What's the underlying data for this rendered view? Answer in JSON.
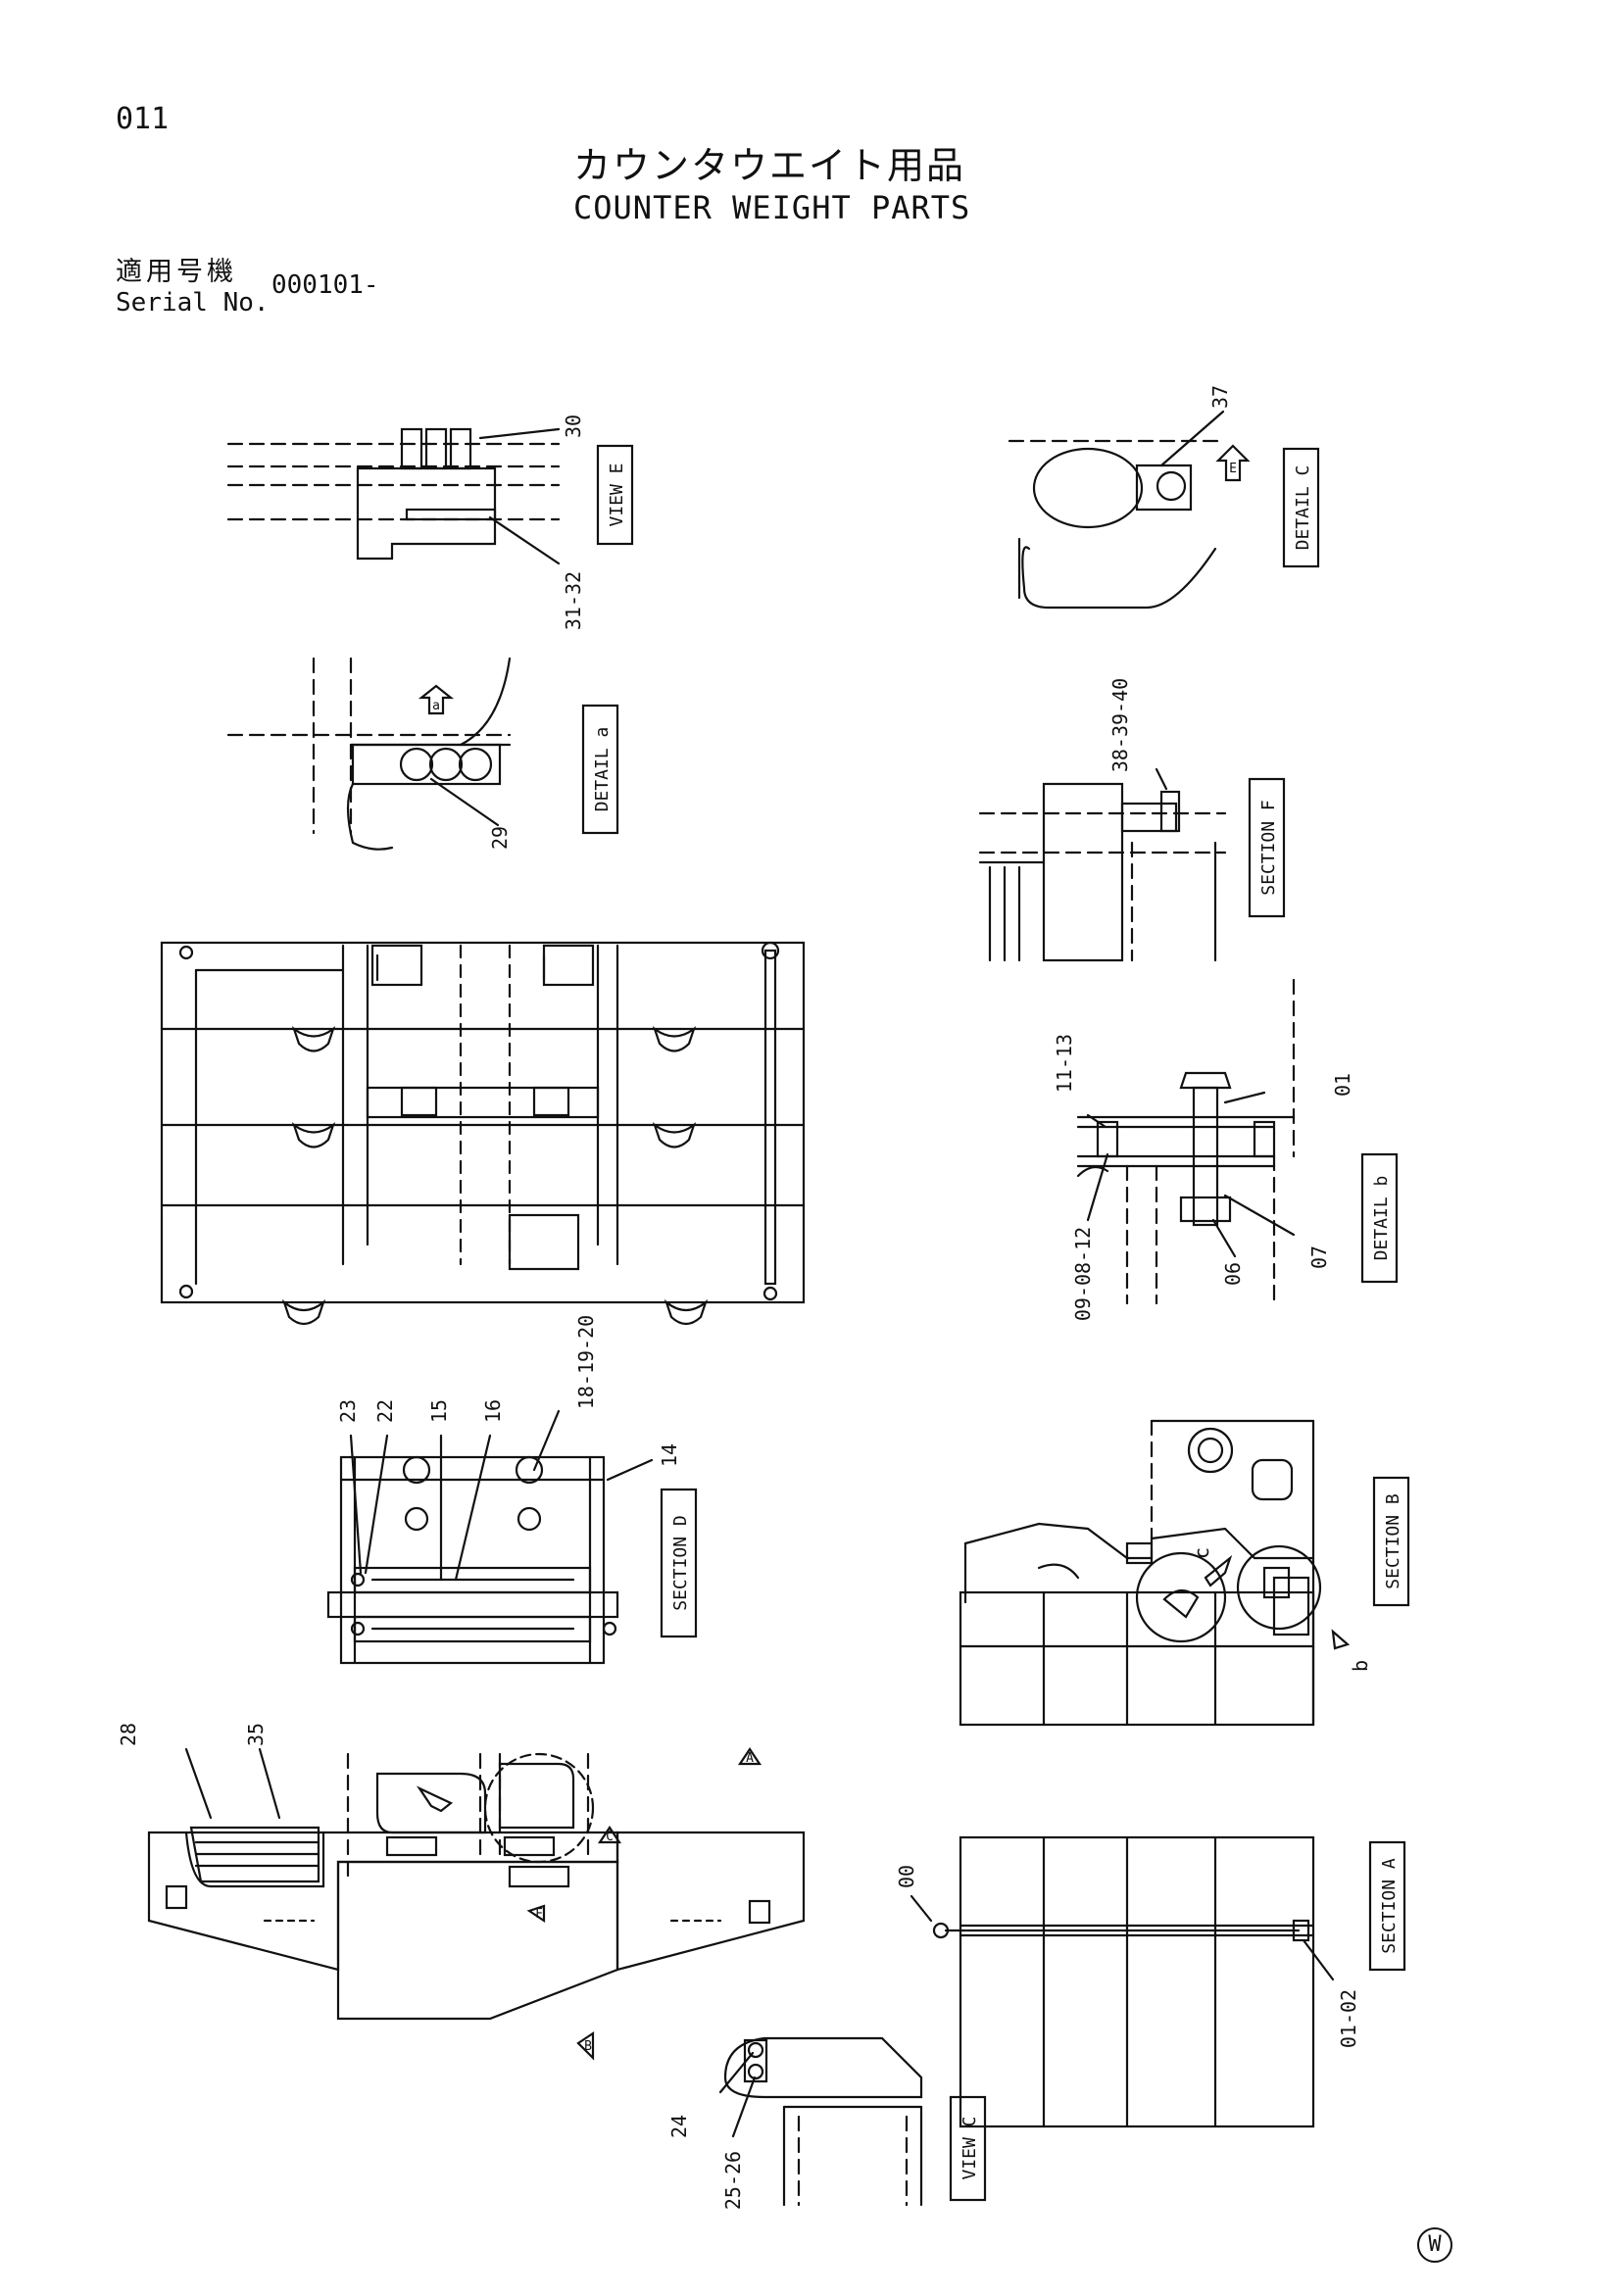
{
  "header": {
    "page_number": "011",
    "title_jp": "カウンタウエイト用品",
    "title_en": "COUNTER WEIGHT PARTS",
    "serial_label_jp": "適用号機",
    "serial_label_en": "Serial No.",
    "serial_value": "000101-"
  },
  "views": {
    "view_e": "VIEW E",
    "detail_c": "DETAIL C",
    "detail_a": "DETAIL a",
    "section_f": "SECTION F",
    "detail_b": "DETAIL b",
    "section_d": "SECTION D",
    "section_b": "SECTION B",
    "section_a": "SECTION A",
    "view_c": "VIEW C"
  },
  "callouts": {
    "c30": "30",
    "c31_32": "31-32",
    "c37": "37",
    "c29": "29",
    "c38_39_40": "38-39-40",
    "c11_13": "11-13",
    "c01": "01",
    "c09_08_12": "09-08-12",
    "c06": "06",
    "c07": "07",
    "c23": "23",
    "c22": "22",
    "c15": "15",
    "c16": "16",
    "c18_19_20": "18-19-20",
    "c14": "14",
    "c28": "28",
    "c35": "35",
    "c00": "00",
    "c01_02": "01-02",
    "c24": "24",
    "c25_26": "25-26",
    "b_small": "b",
    "c_small": "c"
  },
  "arrow_letters": {
    "e": "E",
    "a_top": "A",
    "c_arrow": "C",
    "f_arrow": "F",
    "b_arrow": "B",
    "a_small": "a"
  },
  "footer": {
    "mark": "W"
  }
}
